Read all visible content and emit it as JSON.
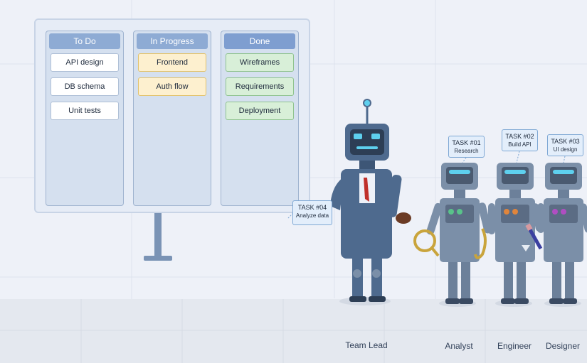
{
  "board": {
    "columns": [
      {
        "title": "To Do",
        "cards": [
          "API design",
          "DB schema",
          "Unit tests"
        ]
      },
      {
        "title": "In Progress",
        "cards": [
          "Frontend",
          "Auth flow"
        ]
      },
      {
        "title": "Done",
        "cards": [
          "Wireframes",
          "Requirements",
          "Deployment"
        ]
      }
    ]
  },
  "tasks": {
    "lead": {
      "id": "TASK #04",
      "name": "Analyze data"
    },
    "analyst": {
      "id": "TASK #01",
      "name": "Research"
    },
    "engineer": {
      "id": "TASK #02",
      "name": "Build API"
    },
    "designer": {
      "id": "TASK #03",
      "name": "UI design"
    }
  },
  "roles": {
    "lead": "Team Lead",
    "analyst": "Analyst",
    "engineer": "Engineer",
    "designer": "Designer"
  },
  "colors": {
    "column_header": "#8eabd4",
    "done_header": "#7e9ed0",
    "robot_body": "#4e6a8e",
    "robot_small": "#7b8fa8",
    "accent_eye": "#5ed0ee"
  }
}
